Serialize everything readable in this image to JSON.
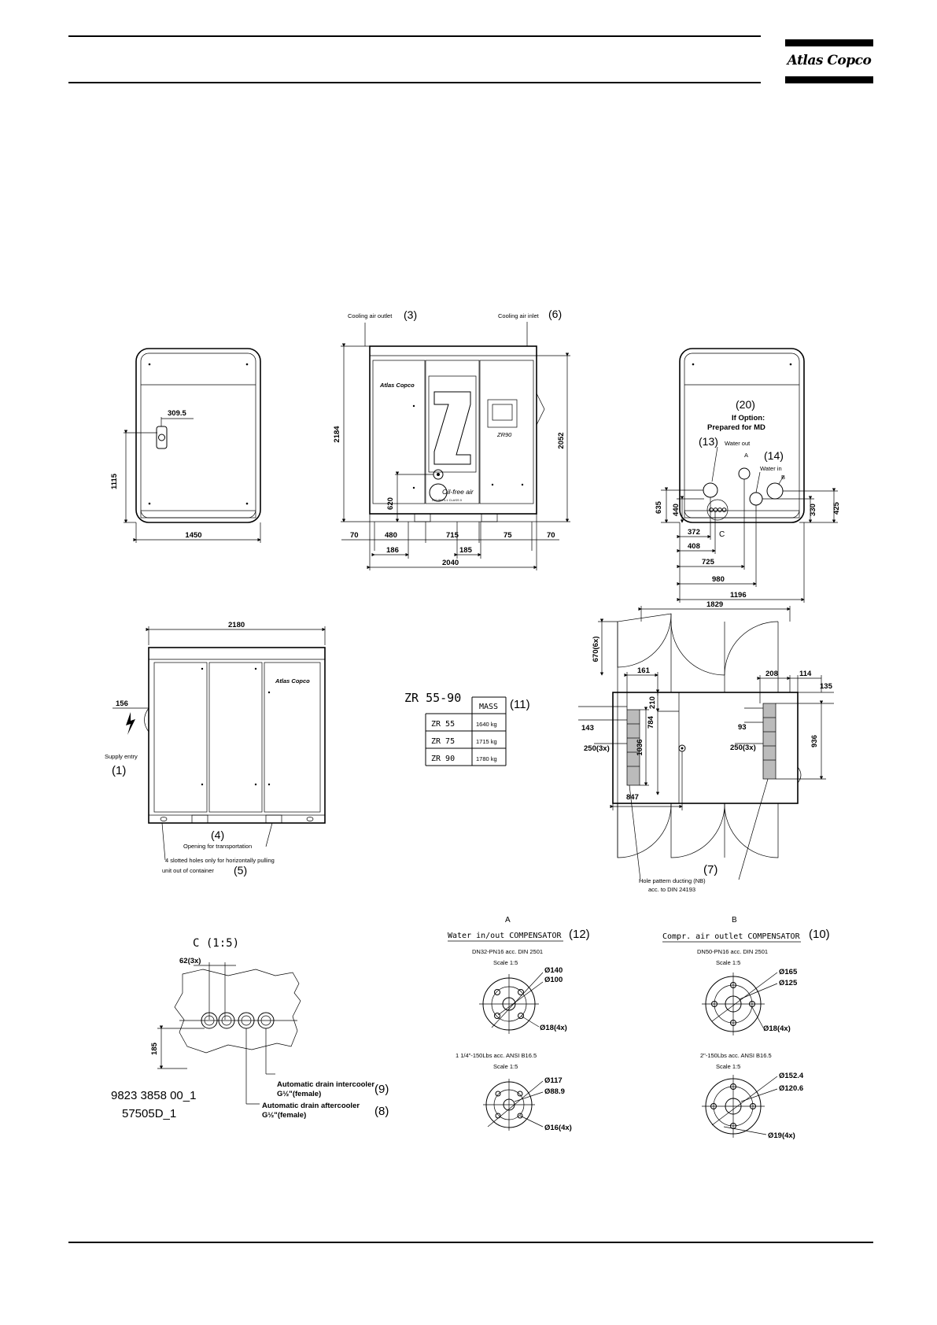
{
  "header": {
    "brand": "Atlas Copco"
  },
  "labels": {
    "cooling_air_outlet": "Cooling air outlet",
    "cooling_air_outlet_ref": "(3)",
    "cooling_air_inlet": "Cooling air inlet",
    "cooling_air_inlet_ref": "(6)",
    "if_option_ref": "(20)",
    "if_option_line1": "If Option:",
    "if_option_line2": "Prepared for MD",
    "water_out_ref": "(13)",
    "water_out": "Water out",
    "water_in_ref": "(14)",
    "water_in": "Water in",
    "point_a": "A",
    "point_b": "B",
    "point_c": "C",
    "supply_entry": "Supply entry",
    "supply_entry_ref": "(1)",
    "opening_ref": "(4)",
    "opening": "Opening for transportation",
    "slotted_line1": "4 slotted holes only for horizontally pulling",
    "slotted_line2": "unit out of container",
    "slotted_ref": "(5)",
    "hole_pattern_ref": "(7)",
    "hole_pattern_line1": "Hole pattern ducting (NB)",
    "hole_pattern_line2": "acc. to DIN 24193",
    "panel_logo": "Atlas Copco",
    "panel_badge": "Oil-free air",
    "panel_badge_sub": "ISO 8573-1 CLASS 0",
    "panel_model": "ZR90"
  },
  "dimensions": {
    "side_left": {
      "width": "1450",
      "height": "1115",
      "offset": "309.5"
    },
    "front": {
      "height": "2184",
      "height2": "2052",
      "h620": "620",
      "d70a": "70",
      "d480": "480",
      "d715": "715",
      "d75": "75",
      "d70b": "70",
      "d186": "186",
      "d185": "185",
      "d2040": "2040"
    },
    "side_right": {
      "d635": "635",
      "d440": "440",
      "d330": "330",
      "d425": "425",
      "d372": "372",
      "d408": "408",
      "d725": "725",
      "d980": "980",
      "d1196": "1196"
    },
    "rear": {
      "width": "2180",
      "d156": "156"
    },
    "top": {
      "width": "1829",
      "d670": "670(6x)",
      "d161": "161",
      "d210": "210",
      "d784": "784",
      "d143": "143",
      "d1036": "1036",
      "d250a": "250(3x)",
      "d847": "847",
      "d208": "208",
      "d114": "114",
      "d135": "135",
      "d93": "93",
      "d250b": "250(3x)",
      "d936": "936"
    }
  },
  "mass_table": {
    "title": "ZR 55-90",
    "column": "MASS",
    "ref": "(11)",
    "rows": [
      {
        "model": "ZR 55",
        "mass": "1640 kg"
      },
      {
        "model": "ZR 75",
        "mass": "1715 kg"
      },
      {
        "model": "ZR 90",
        "mass": "1780 kg"
      }
    ]
  },
  "detail_c": {
    "title": "C (1:5)",
    "spacing": "62(3x)",
    "height": "185",
    "drain_intercooler": "Automatic drain intercooler",
    "drain_intercooler_size": "G½\"(female)",
    "drain_intercooler_ref": "(9)",
    "drain_aftercooler": "Automatic drain aftercooler",
    "drain_aftercooler_size": "G½\"(female)",
    "drain_aftercooler_ref": "(8)"
  },
  "doc_numbers": {
    "line1": "9823 3858 00_1",
    "line2": "57505D_1"
  },
  "compensator_a": {
    "letter": "A",
    "title": "Water in/out COMPENSATOR",
    "ref": "(12)",
    "spec1": "DN32-PN16 acc. DIN 2501",
    "scale1": "Scale 1:5",
    "d1_outer": "Ø140",
    "d1_inner": "Ø100",
    "d1_holes": "Ø18(4x)",
    "spec2": "1 1/4\"-150Lbs acc. ANSI B16.5",
    "scale2": "Scale 1:5",
    "d2_outer": "Ø117",
    "d2_inner": "Ø88.9",
    "d2_holes": "Ø16(4x)"
  },
  "compensator_b": {
    "letter": "B",
    "title": "Compr. air outlet COMPENSATOR",
    "ref": "(10)",
    "spec1": "DN50-PN16 acc. DIN 2501",
    "scale1": "Scale 1:5",
    "d1_outer": "Ø165",
    "d1_inner": "Ø125",
    "d1_holes": "Ø18(4x)",
    "spec2": "2\"-150Lbs acc. ANSI B16.5",
    "scale2": "Scale 1:5",
    "d2_outer": "Ø152.4",
    "d2_inner": "Ø120.6",
    "d2_holes": "Ø19(4x)"
  }
}
